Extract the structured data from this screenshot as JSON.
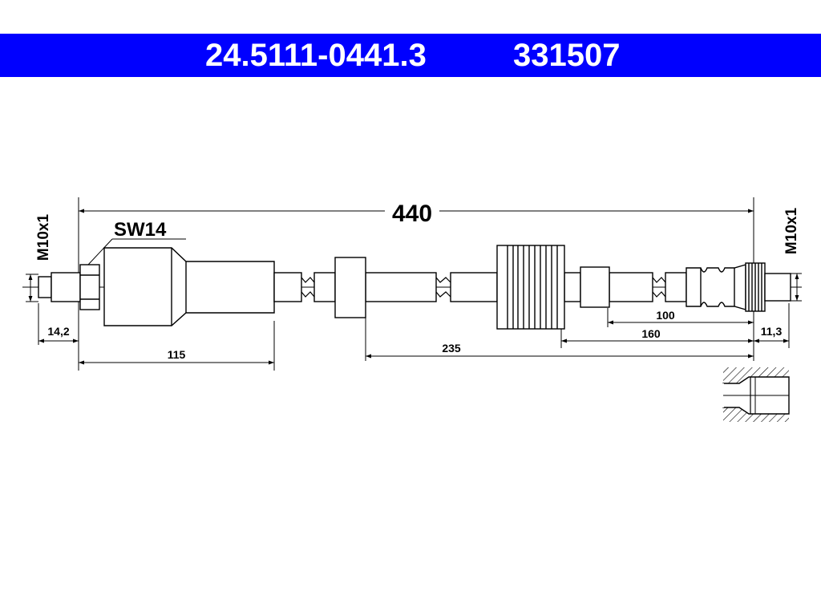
{
  "header": {
    "part_number": "24.5111-0441.3",
    "reference_number": "331507",
    "background_color": "#0000ff",
    "text_color": "#ffffff"
  },
  "drawing": {
    "overall_length": "440",
    "wrench_size": "SW14",
    "thread_left": "M10x1",
    "thread_right": "M10x1",
    "dimensions": {
      "left_thread_length": "14,2",
      "left_fitting_length": "115",
      "bracket_to_end": "235",
      "collar_to_end": "160",
      "sleeve_to_end": "100",
      "right_thread_length": "11,3"
    }
  }
}
